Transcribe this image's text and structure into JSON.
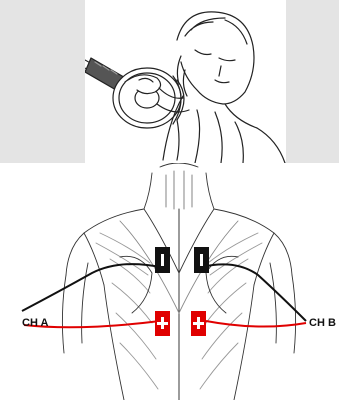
{
  "illustration": {
    "top_image": "person-holding-massager-to-shoulder",
    "bottom_image": "upper-back-muscles-electrode-placement",
    "channel_a_label": "CH A",
    "channel_b_label": "CH B",
    "electrode_top_symbol": "I",
    "electrode_bottom_symbol": "+",
    "colors": {
      "channel_a_wire": "#111111",
      "channel_b_wire": "#e00000",
      "electrode_black": "#111111",
      "electrode_red": "#e00000",
      "page_background": "#e4e4e4"
    }
  }
}
